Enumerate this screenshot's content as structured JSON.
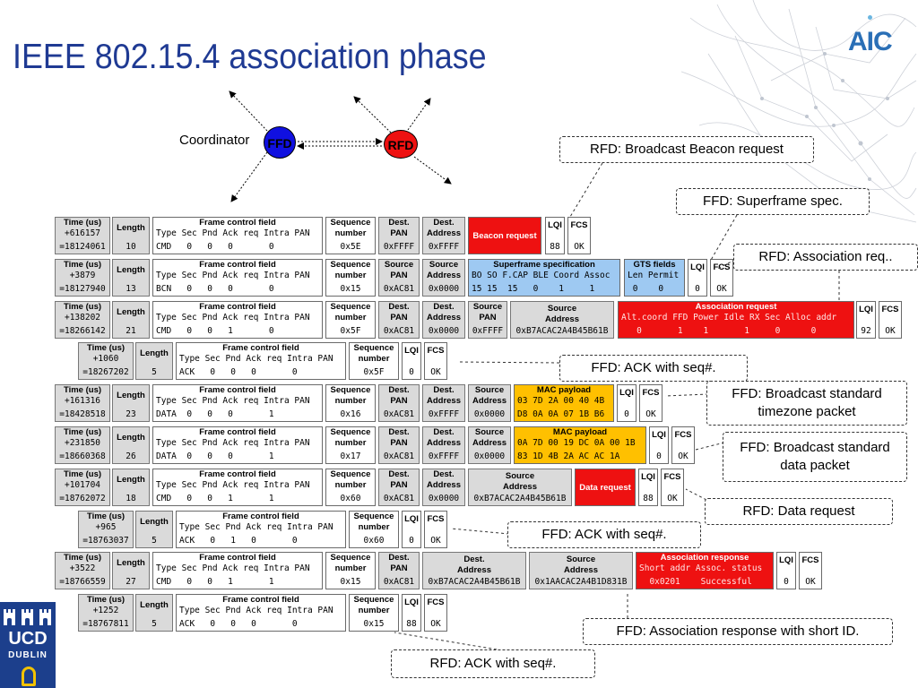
{
  "title": "IEEE 802.15.4 association phase",
  "logos": {
    "aic": "AIC",
    "ucd_line1": "UCD",
    "ucd_line2": "DUBLIN"
  },
  "topology": {
    "coordinator_label": "Coordinator",
    "ffd": "FFD",
    "rfd": "RFD"
  },
  "callouts": [
    "RFD: Broadcast Beacon request",
    "FFD: Superframe spec.",
    "RFD: Association req..",
    "FFD: ACK with seq#.",
    "FFD: Broadcast standard timezone packet",
    "FFD: Broadcast standard data packet",
    "RFD: Data request",
    "FFD: ACK with seq#.",
    "FFD: Association response with short ID.",
    "RFD: ACK with seq#."
  ],
  "packets": [
    {
      "time_h": "Time (us)",
      "time1": "+616157",
      "time2": "=18124061",
      "len_h": "Length",
      "len": "10",
      "fcf_h": "Frame control field",
      "fcf_cols": "Type Sec Pnd Ack req Intra PAN",
      "fcf_vals": "CMD   0   0   0       0",
      "seq_h1": "Sequence",
      "seq_h2": "number",
      "seq": "0x5E",
      "f1_h1": "Dest.",
      "f1_h2": "PAN",
      "f1": "0xFFFF",
      "f2_h1": "Dest.",
      "f2_h2": "Address",
      "f2": "0xFFFF",
      "payload": "Beacon request",
      "lqi_h": "LQI",
      "lqi": "88",
      "fcs_h": "FCS",
      "fcs": "OK"
    },
    {
      "time_h": "Time (us)",
      "time1": "+3879",
      "time2": "=18127940",
      "len_h": "Length",
      "len": "13",
      "fcf_h": "Frame control field",
      "fcf_cols": "Type Sec Pnd Ack req Intra PAN",
      "fcf_vals": "BCN   0   0   0       0",
      "seq_h1": "Sequence",
      "seq_h2": "number",
      "seq": "0x15",
      "f1_h1": "Source",
      "f1_h2": "PAN",
      "f1": "0xAC81",
      "f2_h1": "Source",
      "f2_h2": "Address",
      "f2": "0x0000",
      "sf_h": "Superframe specification",
      "sf_cols": "BO SO F.CAP BLE Coord Assoc",
      "sf_vals": "15 15  15   0    1     1",
      "gts_h": "GTS fields",
      "gts_cols": "Len Permit",
      "gts_vals": " 0    0",
      "lqi_h": "LQI",
      "lqi": "0",
      "fcs_h": "FCS",
      "fcs": "OK"
    },
    {
      "time_h": "Time (us)",
      "time1": "+138202",
      "time2": "=18266142",
      "len_h": "Length",
      "len": "21",
      "fcf_h": "Frame control field",
      "fcf_cols": "Type Sec Pnd Ack req Intra PAN",
      "fcf_vals": "CMD   0   0   1       0",
      "seq_h1": "Sequence",
      "seq_h2": "number",
      "seq": "0x5F",
      "f1_h1": "Dest.",
      "f1_h2": "PAN",
      "f1": "0xAC81",
      "f2_h1": "Dest.",
      "f2_h2": "Address",
      "f2": "0x0000",
      "f3_h1": "Source",
      "f3_h2": "PAN",
      "f3": "0xFFFF",
      "f4_h1": "Source",
      "f4_h2": "Address",
      "f4": "0xB7ACAC2A4B45B61B",
      "ar_h": "Association request",
      "ar_cols": "Alt.coord FFD Power Idle RX Sec Alloc addr",
      "ar_vals": "   0       1    1       1     0      0",
      "lqi_h": "LQI",
      "lqi": "92",
      "fcs_h": "FCS",
      "fcs": "OK"
    },
    {
      "time_h": "Time (us)",
      "time1": "+1060",
      "time2": "=18267202",
      "len_h": "Length",
      "len": "5",
      "fcf_h": "Frame control field",
      "fcf_cols": "Type Sec Pnd Ack req Intra PAN",
      "fcf_vals": "ACK   0   0   0       0",
      "seq_h1": "Sequence",
      "seq_h2": "number",
      "seq": "0x5F",
      "lqi_h": "LQI",
      "lqi": "0",
      "fcs_h": "FCS",
      "fcs": "OK"
    },
    {
      "time_h": "Time (us)",
      "time1": "+161316",
      "time2": "=18428518",
      "len_h": "Length",
      "len": "23",
      "fcf_h": "Frame control field",
      "fcf_cols": "Type Sec Pnd Ack req Intra PAN",
      "fcf_vals": "DATA  0   0   0       1",
      "seq_h1": "Sequence",
      "seq_h2": "number",
      "seq": "0x16",
      "f1_h1": "Dest.",
      "f1_h2": "PAN",
      "f1": "0xAC81",
      "f2_h1": "Dest.",
      "f2_h2": "Address",
      "f2": "0xFFFF",
      "f3_h1": "Source",
      "f3_h2": "Address",
      "f3": "0x0000",
      "mac_h": "MAC payload",
      "mac1": "03 7D 2A 00 40 4B",
      "mac2": "D8 0A 0A 07 1B B6",
      "lqi_h": "LQI",
      "lqi": "0",
      "fcs_h": "FCS",
      "fcs": "OK"
    },
    {
      "time_h": "Time (us)",
      "time1": "+231850",
      "time2": "=18660368",
      "len_h": "Length",
      "len": "26",
      "fcf_h": "Frame control field",
      "fcf_cols": "Type Sec Pnd Ack req Intra PAN",
      "fcf_vals": "DATA  0   0   0       1",
      "seq_h1": "Sequence",
      "seq_h2": "number",
      "seq": "0x17",
      "f1_h1": "Dest.",
      "f1_h2": "PAN",
      "f1": "0xAC81",
      "f2_h1": "Dest.",
      "f2_h2": "Address",
      "f2": "0xFFFF",
      "f3_h1": "Source",
      "f3_h2": "Address",
      "f3": "0x0000",
      "mac_h": "MAC payload",
      "mac1": "0A 7D 00 19 DC 0A 00 1B",
      "mac2": "83 1D 4B 2A AC AC 1A",
      "lqi_h": "LQI",
      "lqi": "0",
      "fcs_h": "FCS",
      "fcs": "OK"
    },
    {
      "time_h": "Time (us)",
      "time1": "+101704",
      "time2": "=18762072",
      "len_h": "Length",
      "len": "18",
      "fcf_h": "Frame control field",
      "fcf_cols": "Type Sec Pnd Ack req Intra PAN",
      "fcf_vals": "CMD   0   0   1       1",
      "seq_h1": "Sequence",
      "seq_h2": "number",
      "seq": "0x60",
      "f1_h1": "Dest.",
      "f1_h2": "PAN",
      "f1": "0xAC81",
      "f2_h1": "Dest.",
      "f2_h2": "Address",
      "f2": "0x0000",
      "f3_h1": "Source",
      "f3_h2": "Address",
      "f3": "0xB7ACAC2A4B45B61B",
      "payload": "Data request",
      "lqi_h": "LQI",
      "lqi": "88",
      "fcs_h": "FCS",
      "fcs": "OK"
    },
    {
      "time_h": "Time (us)",
      "time1": "+965",
      "time2": "=18763037",
      "len_h": "Length",
      "len": "5",
      "fcf_h": "Frame control field",
      "fcf_cols": "Type Sec Pnd Ack req Intra PAN",
      "fcf_vals": "ACK   0   1   0       0",
      "seq_h1": "Sequence",
      "seq_h2": "number",
      "seq": "0x60",
      "lqi_h": "LQI",
      "lqi": "0",
      "fcs_h": "FCS",
      "fcs": "OK"
    },
    {
      "time_h": "Time (us)",
      "time1": "+3522",
      "time2": "=18766559",
      "len_h": "Length",
      "len": "27",
      "fcf_h": "Frame control field",
      "fcf_cols": "Type Sec Pnd Ack req Intra PAN",
      "fcf_vals": "CMD   0   0   1       1",
      "seq_h1": "Sequence",
      "seq_h2": "number",
      "seq": "0x15",
      "f1_h1": "Dest.",
      "f1_h2": "PAN",
      "f1": "0xAC81",
      "f2_h1": "Dest.",
      "f2_h2": "Address",
      "f2": "0xB7ACAC2A4B45B61B",
      "f3_h1": "Source",
      "f3_h2": "Address",
      "f3": "0x1AACAC2A4B1D831B",
      "resp_h": "Association response",
      "resp_cols": "Short addr Assoc. status",
      "resp_vals": "  0x0201    Successful",
      "lqi_h": "LQI",
      "lqi": "0",
      "fcs_h": "FCS",
      "fcs": "OK"
    },
    {
      "time_h": "Time (us)",
      "time1": "+1252",
      "time2": "=18767811",
      "len_h": "Length",
      "len": "5",
      "fcf_h": "Frame control field",
      "fcf_cols": "Type Sec Pnd Ack req Intra PAN",
      "fcf_vals": "ACK   0   0   0       0",
      "seq_h1": "Sequence",
      "seq_h2": "number",
      "seq": "0x15",
      "lqi_h": "LQI",
      "lqi": "88",
      "fcs_h": "FCS",
      "fcs": "OK"
    }
  ]
}
